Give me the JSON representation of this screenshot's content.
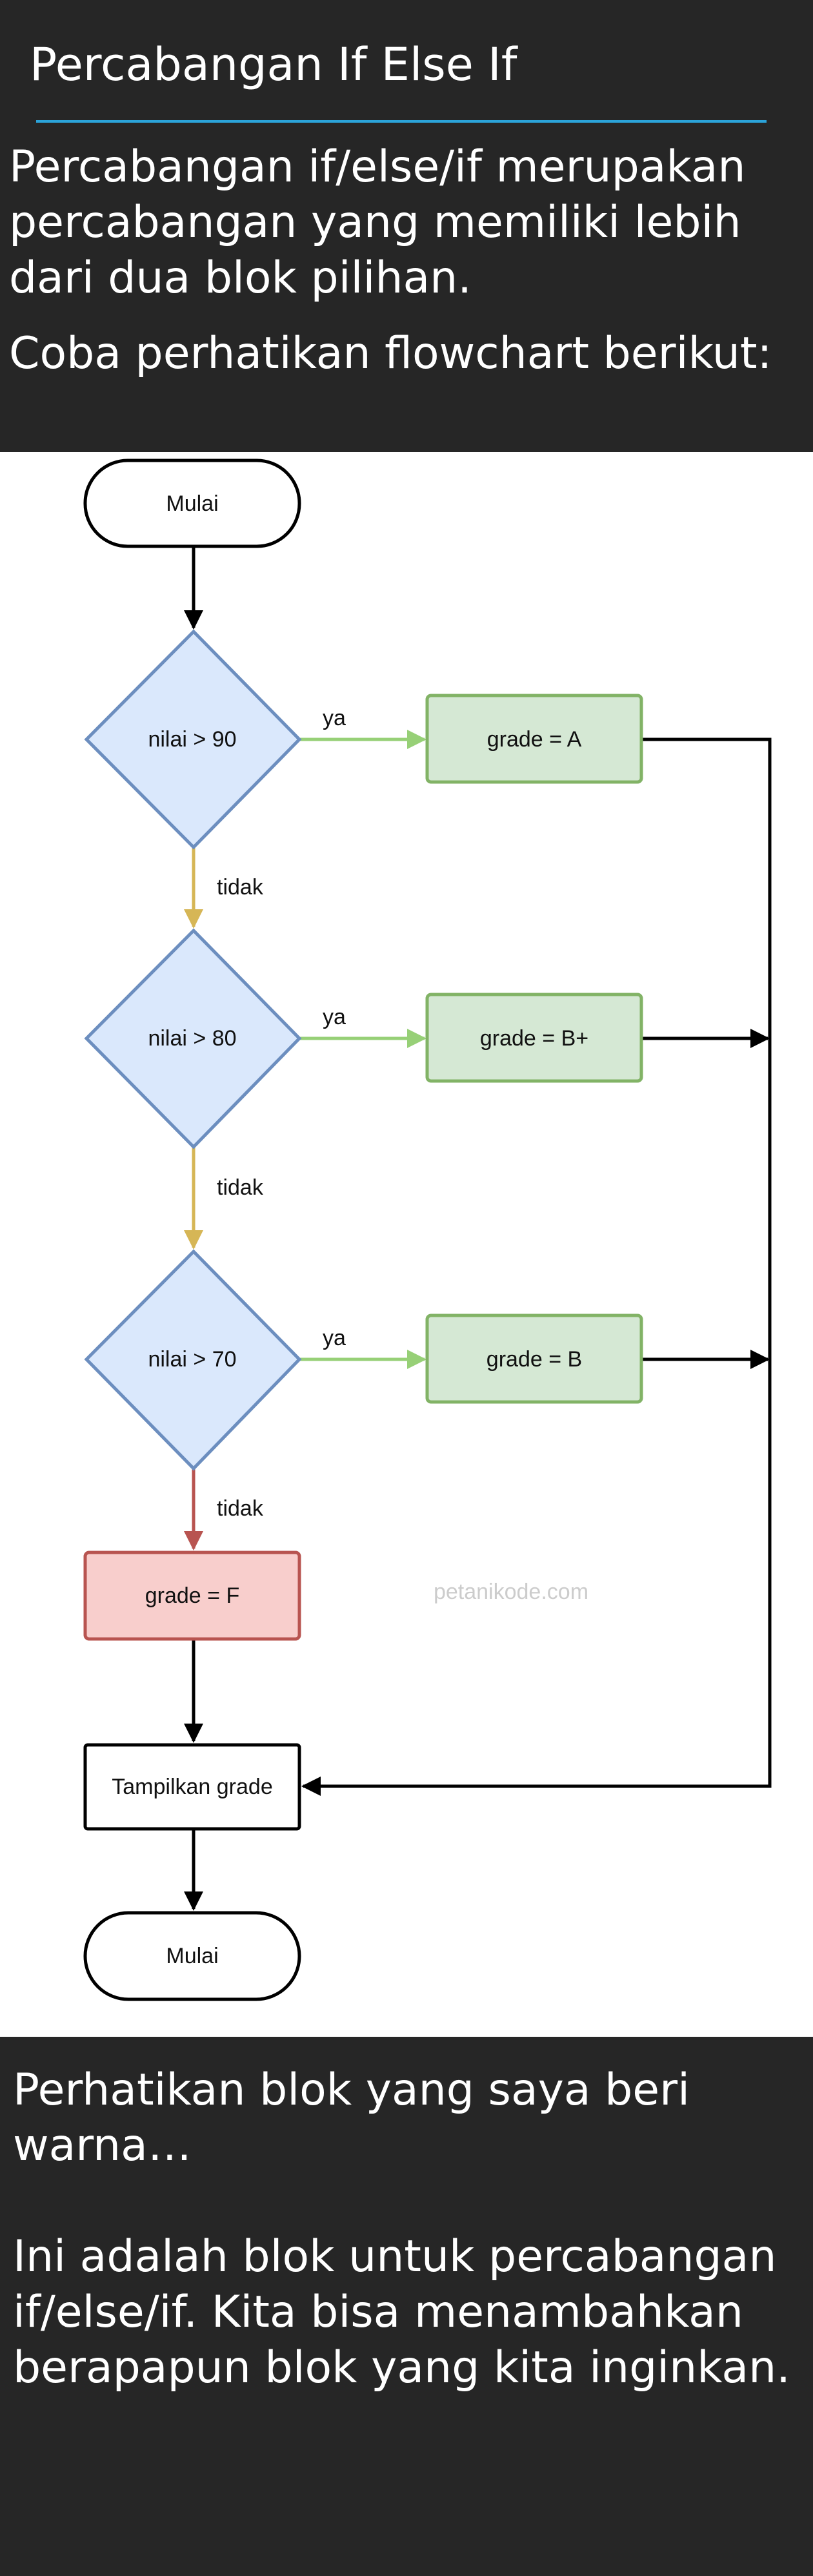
{
  "header": {
    "title": "Percabangan If Else If",
    "intro": "Percabangan if/else/if merupakan percabangan yang memiliki lebih dari dua blok pilihan.",
    "intro_2": "Coba perhatikan flowchart berikut:"
  },
  "diagram": {
    "nodes": {
      "start": "Mulai",
      "cond_1": "nilai > 90",
      "cond_2": "nilai > 80",
      "cond_3": "nilai > 70",
      "grade_a": "grade = A",
      "grade_bplus": "grade = B+",
      "grade_b": "grade = B",
      "grade_f": "grade = F",
      "output": "Tampilkan grade",
      "end": "Mulai"
    },
    "edge_labels": {
      "yes": "ya",
      "no": "tidak"
    },
    "watermark": "petanikode.com",
    "colors": {
      "decision_fill": "#dae8fc",
      "decision_stroke": "#6c8ebf",
      "process_fill": "#d5e8d4",
      "process_stroke": "#82b366",
      "else_fill": "#f8cecc",
      "else_stroke": "#b85450",
      "no_edge": "#d6b656",
      "last_no_edge": "#b85450",
      "yes_edge": "#97d077",
      "rule_accent": "#2ba3d9"
    }
  },
  "footer": {
    "note_1": "Perhatikan blok yang saya beri warna…",
    "note_2": "Ini adalah blok untuk percabangan if/else/if. Kita bisa menambahkan berapapun blok yang kita inginkan."
  }
}
